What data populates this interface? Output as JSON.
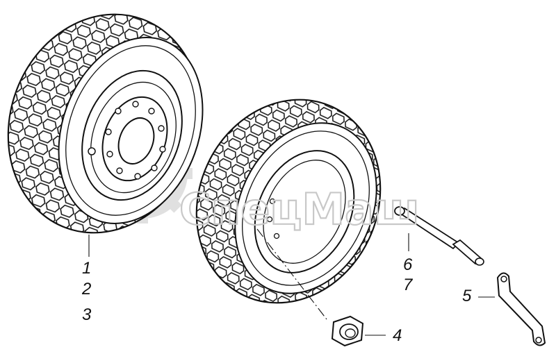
{
  "watermark": {
    "text": "СпецМаш"
  },
  "callouts": {
    "wheel_left": [
      "1",
      "2",
      "3"
    ],
    "bolt": [
      "6",
      "7"
    ],
    "nut": "4",
    "bracket": "5"
  },
  "colors": {
    "ink": "#111111",
    "watermark": "#c8c8c8"
  }
}
